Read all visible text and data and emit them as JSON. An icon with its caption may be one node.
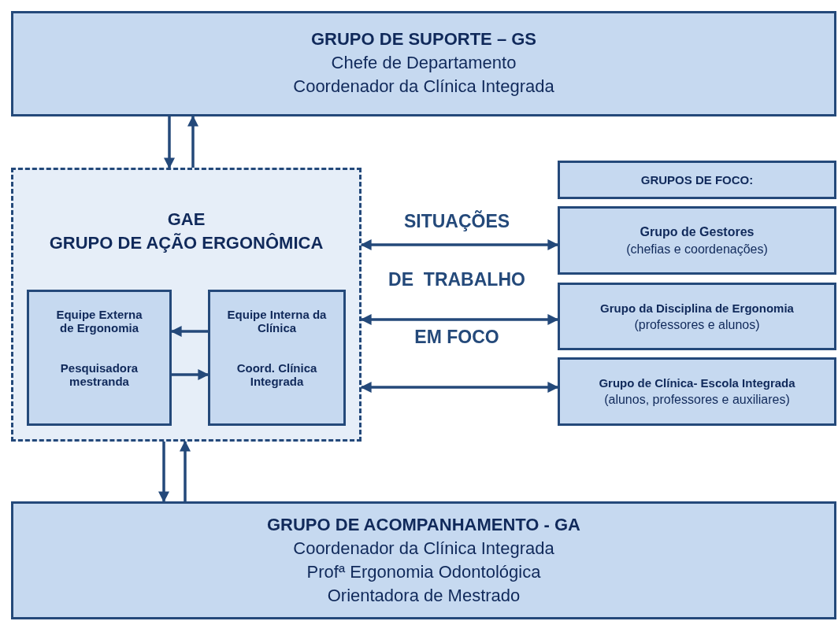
{
  "diagram": {
    "nodes": [
      {
        "text": [
          "GRUPO DE SUPORTE – GS",
          "Chefe de Departamento",
          "Coordenador da Clínica Integrada"
        ]
      },
      {
        "text": [
          "GAE",
          "GRUPO DE AÇÃO ERGONÔMICA"
        ]
      },
      {
        "text": [
          "Equipe Externa de Ergonomia",
          "Pesquisadora mestranda"
        ],
        "in": 1
      },
      {
        "text": [
          "Equipe Interna da Clínica",
          "Coord. Clínica Integrada"
        ],
        "in": 1
      },
      {
        "text": [
          "GRUPOS DE FOCO:"
        ]
      },
      {
        "text": [
          "Grupo de Gestores",
          "(chefias e coordenações)"
        ]
      },
      {
        "text": [
          "Grupo da Disciplina de Ergonomia",
          "(professores e alunos)"
        ]
      },
      {
        "text": [
          "Grupo de Clínica- Escola Integrada",
          "(alunos, professores e auxiliares)"
        ]
      },
      {
        "text": [
          "GRUPO DE ACOMPANHAMENTO - GA",
          "Coordenador da Clínica Integrada",
          "Profª Ergonomia Odontológica",
          "Orientadora de Mestrado"
        ]
      }
    ],
    "edges": [
      {
        "from": 0,
        "to": 1,
        "arrow": "to"
      },
      {
        "from": 1,
        "to": 0,
        "arrow": "to"
      },
      {
        "from": 3,
        "to": 2,
        "arrow": "to"
      },
      {
        "from": 2,
        "to": 3,
        "arrow": "to"
      },
      {
        "from": 1,
        "to": 5,
        "arrow": "both"
      },
      {
        "from": 1,
        "to": 6,
        "arrow": "both"
      },
      {
        "from": 1,
        "to": 7,
        "arrow": "both"
      },
      {
        "from": 1,
        "to": 8,
        "arrow": "to"
      },
      {
        "from": 8,
        "to": 1,
        "arrow": "to"
      }
    ],
    "labels": [
      "SITUAÇÕES",
      "DE  TRABALHO",
      "EM FOCO"
    ]
  }
}
